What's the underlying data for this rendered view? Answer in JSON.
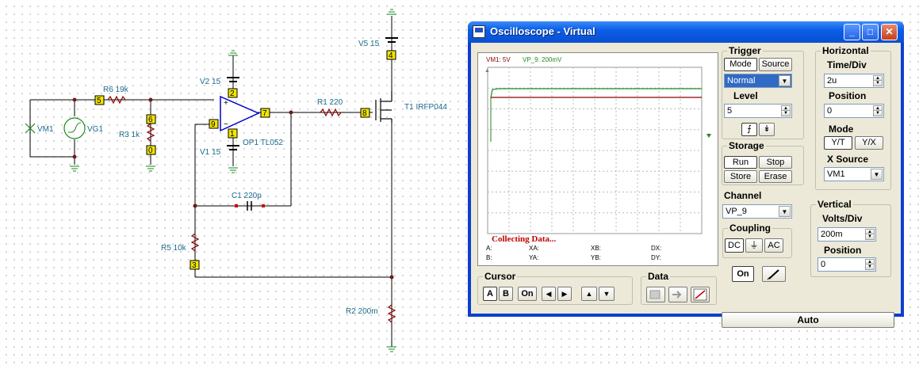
{
  "schematic": {
    "labels": {
      "vm1": "VM1",
      "vg1": "VG1",
      "r6": "R6 19k",
      "r3": "R3 1k",
      "v2": "V2 15",
      "v1": "V1 15",
      "op1": "OP1 TL052",
      "r1": "R1 220",
      "t1": "T1 IRFP044",
      "v5": "V5 15",
      "c1": "C1 220p",
      "r5": "R5 10k",
      "r2": "R2 200m"
    },
    "nodes": {
      "n5": "5",
      "n6": "6",
      "n0": "0",
      "n2": "2",
      "n7": "7",
      "n9": "9",
      "n1": "1",
      "n8": "8",
      "n4": "4",
      "n3": "3"
    }
  },
  "window": {
    "title": "Oscilloscope - Virtual",
    "minimize": "_",
    "maximize": "□",
    "close": "✕"
  },
  "screen": {
    "legend_vm1": "VM1: 5V",
    "legend_vp9": "VP_9: 200mV",
    "status": "Collecting Data...",
    "cursor_a": "A:",
    "cursor_b": "B:",
    "xa": "XA:",
    "ya": "YA:",
    "xb": "XB:",
    "yb": "YB:",
    "dx": "DX:",
    "dy": "DY:",
    "colors": {
      "trace_vm1": "#8b0000",
      "trace_vp9": "#1e8a1e",
      "grid": "#a0a0a0"
    }
  },
  "trigger": {
    "title": "Trigger",
    "mode": "Mode",
    "source": "Source",
    "mode_value": "Normal",
    "level": "Level",
    "level_value": "5",
    "edge_rise": "⨍",
    "edge_fall": "↡"
  },
  "horizontal": {
    "title": "Horizontal",
    "time_div": "Time/Div",
    "time_div_value": "2u",
    "position": "Position",
    "position_value": "0",
    "mode": "Mode",
    "yt": "Y/T",
    "yx": "Y/X",
    "x_source": "X Source",
    "x_source_value": "VM1"
  },
  "storage": {
    "title": "Storage",
    "run": "Run",
    "stop": "Stop",
    "store": "Store",
    "erase": "Erase"
  },
  "channel": {
    "title": "Channel",
    "value": "VP_9",
    "coupling": "Coupling",
    "dc": "DC",
    "gnd": "⏚",
    "ac": "AC",
    "on": "On"
  },
  "vertical": {
    "title": "Vertical",
    "volts_div": "Volts/Div",
    "volts_div_value": "200m",
    "position": "Position",
    "position_value": "0"
  },
  "cursor": {
    "title": "Cursor",
    "a": "A",
    "b": "B",
    "on": "On",
    "left": "◀",
    "right": "▶",
    "up": "▲",
    "down": "▼"
  },
  "data": {
    "title": "Data"
  },
  "auto": "Auto"
}
